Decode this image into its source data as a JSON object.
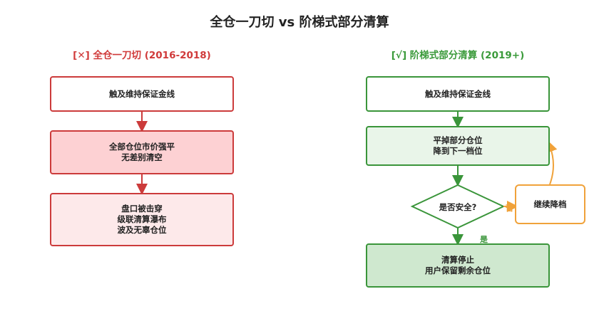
{
  "title": "全仓一刀切 vs 阶梯式部分清算",
  "left": {
    "heading": "[✕] 全仓一刀切 (2016-2018)",
    "steps": [
      {
        "lines": [
          "触及维持保证金线"
        ]
      },
      {
        "lines": [
          "全部仓位市价强平",
          "无差别清空"
        ]
      },
      {
        "lines": [
          "盘口被击穿",
          "级联清算瀑布",
          "波及无辜仓位"
        ]
      }
    ]
  },
  "right": {
    "heading": "[√] 阶梯式部分清算 (2019+)",
    "steps": [
      {
        "lines": [
          "触及维持保证金线"
        ]
      },
      {
        "lines": [
          "平掉部分仓位",
          "降到下一档位"
        ]
      },
      {
        "lines": [
          "清算停止",
          "用户保留剩余仓位"
        ]
      }
    ],
    "decision": "是否安全?",
    "side_box": "继续降档",
    "yes_label": "是",
    "no_label": "否"
  },
  "colors": {
    "red_accent": "#cc3b3b",
    "green_accent": "#3a953a",
    "orange_accent": "#f0a23a"
  }
}
